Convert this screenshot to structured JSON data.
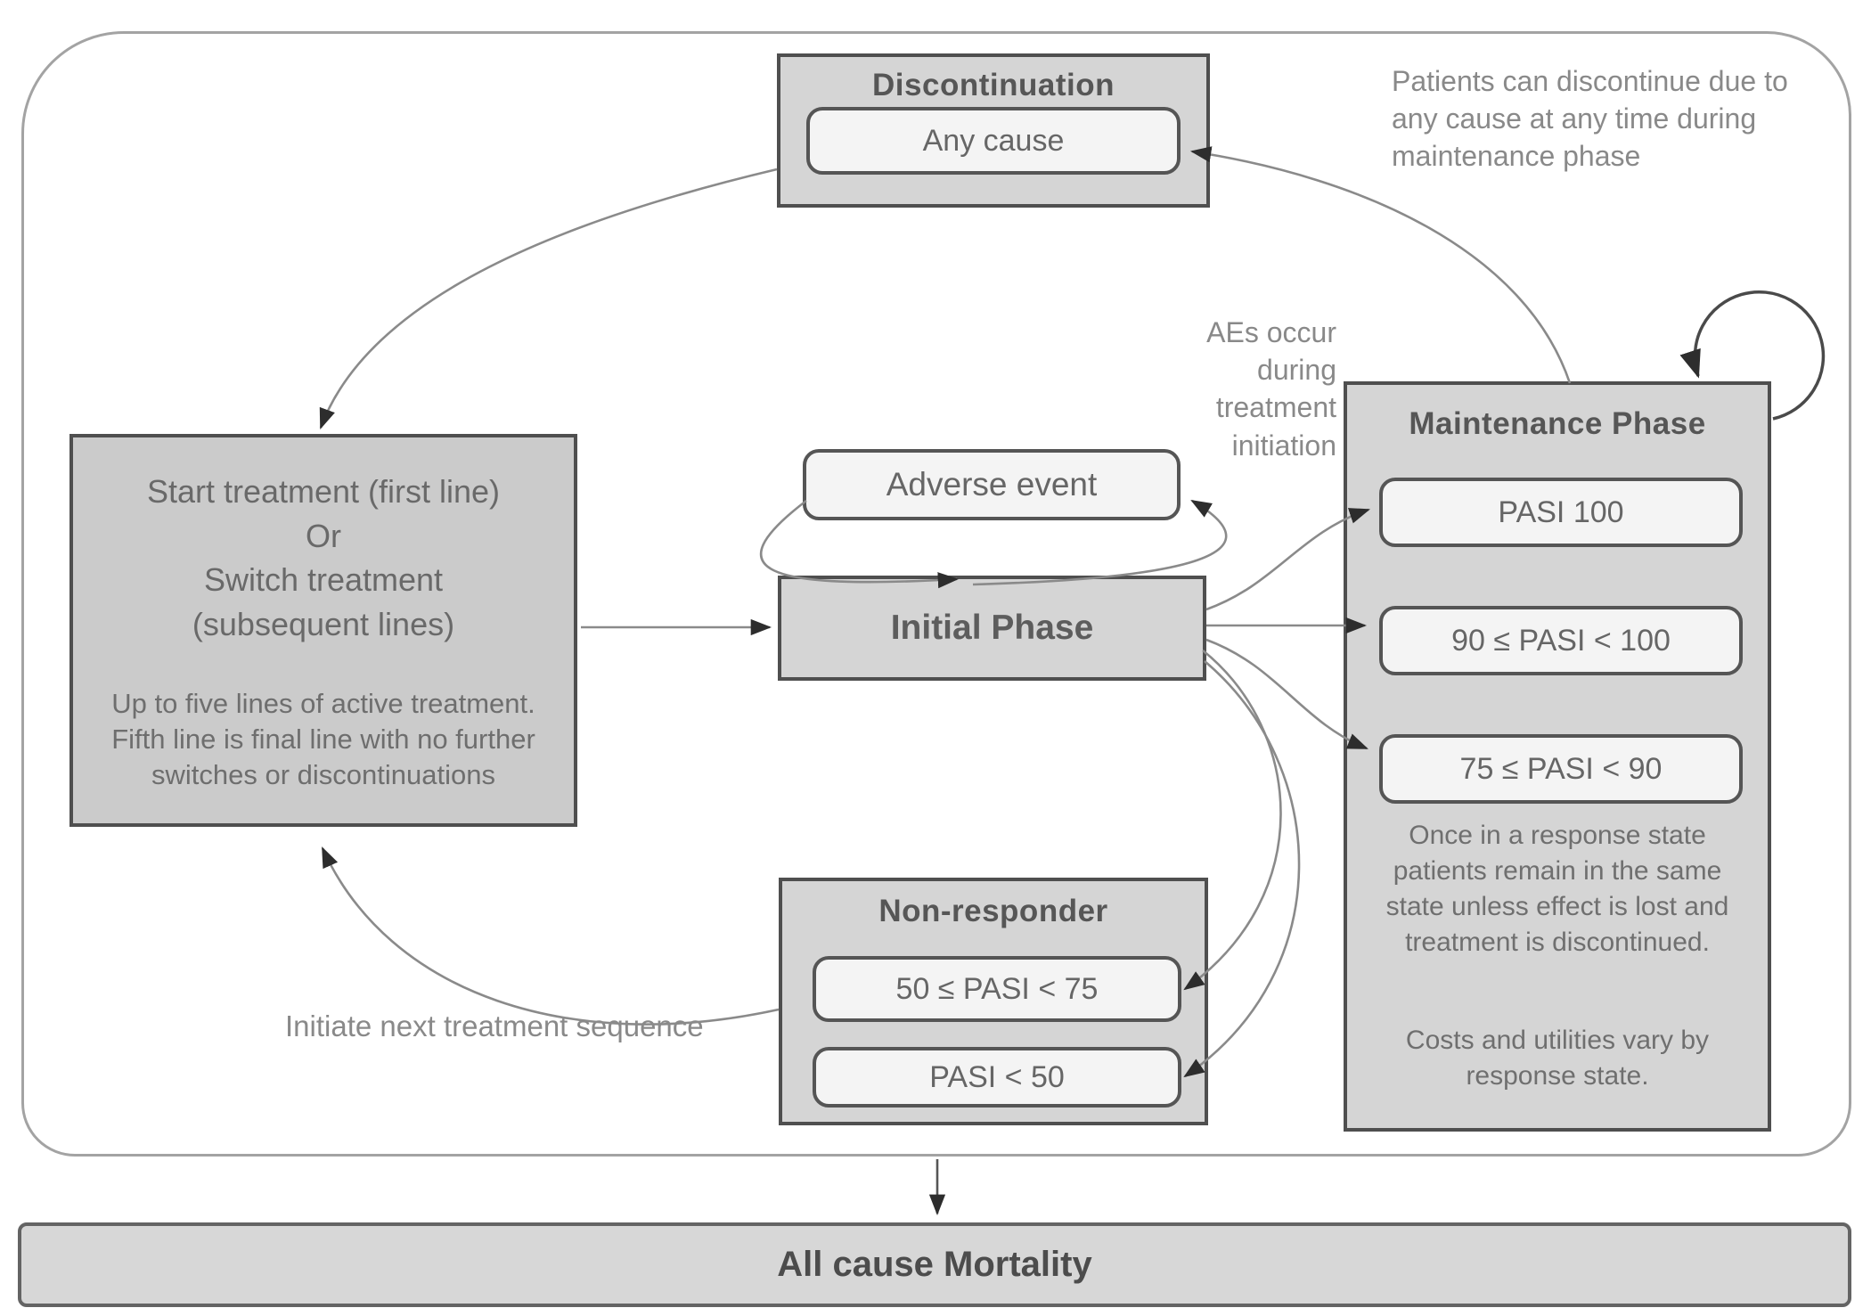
{
  "figure": {
    "discontinuation": {
      "title": "Discontinuation",
      "state": "Any cause"
    },
    "top_right_note": "Patients can discontinue due to any cause at any time during maintenance phase",
    "start_switch": {
      "line1": "Start treatment (first line)",
      "line2": "Or",
      "line3": "Switch treatment",
      "line4": "(subsequent lines)",
      "note": "Up to five lines of active treatment. Fifth line is final line with no further switches or discontinuations"
    },
    "adverse_event": "Adverse event",
    "ae_note": "AEs occur during treatment initiation",
    "initial_phase": "Initial Phase",
    "maintenance": {
      "title": "Maintenance Phase",
      "states": [
        "PASI 100",
        "90 ≤ PASI < 100",
        "75 ≤ PASI < 90"
      ],
      "note1": "Once in a response state patients remain in the same state unless effect is lost and treatment is discontinued.",
      "note2": "Costs and utilities vary by response state."
    },
    "non_responder": {
      "title": "Non-responder",
      "states": [
        "50 ≤ PASI < 75",
        "PASI < 50"
      ]
    },
    "initiate_note": "Initiate next treatment sequence",
    "mortality": "All cause Mortality",
    "colors": {
      "box_fill": "#d5d5d5",
      "start_box_fill": "#cbcbcb",
      "pill_fill": "#f4f4f4",
      "box_border": "#4f4f4f",
      "curve": "#8a8a8a",
      "arrowhead": "#2d2d2d",
      "boundary_border": "#a3a3a3"
    }
  }
}
